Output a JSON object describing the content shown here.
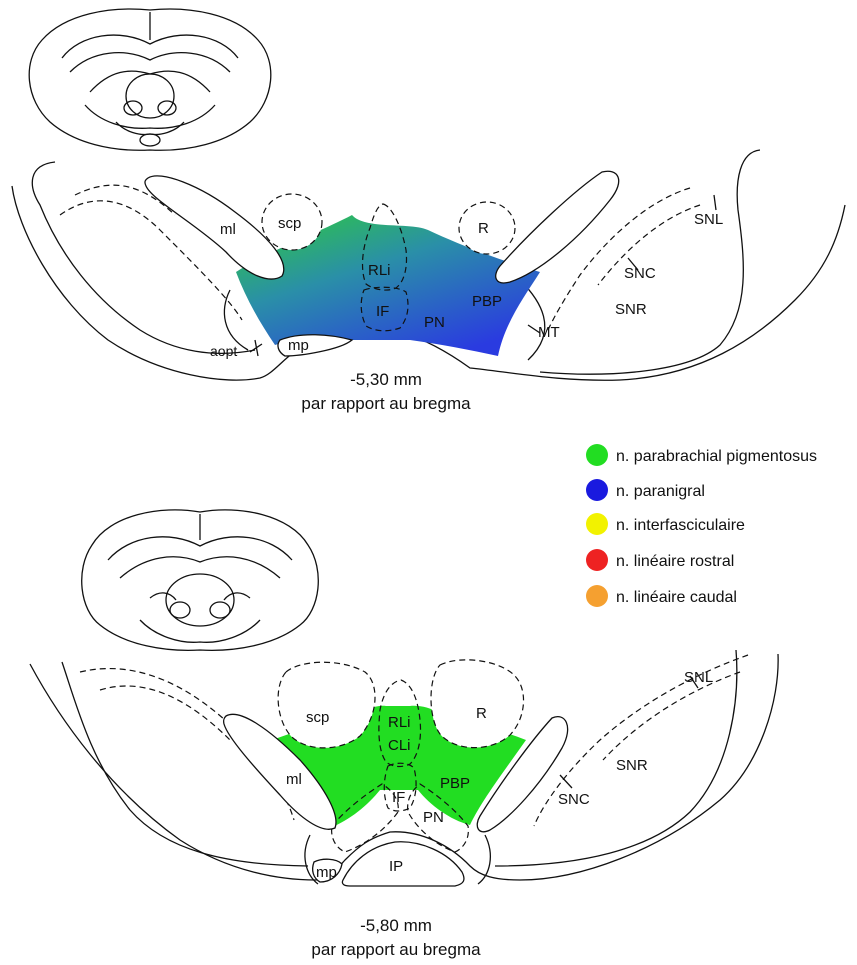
{
  "sections": [
    {
      "caption_line1": "-5,30 mm",
      "caption_line2": "par rapport au bregma",
      "labels": {
        "ml": "ml",
        "scp": "scp",
        "R": "R",
        "SNL": "SNL",
        "RLi": "RLi",
        "SNC": "SNC",
        "IF": "IF",
        "PBP": "PBP",
        "PN": "PN",
        "SNR": "SNR",
        "MT": "MT",
        "aopt": "aopt",
        "mp": "mp"
      }
    },
    {
      "caption_line1": "-5,80 mm",
      "caption_line2": "par rapport au bregma",
      "labels": {
        "scp": "scp",
        "RLi": "RLi",
        "CLi": "CLi",
        "R": "R",
        "SNL": "SNL",
        "SNR": "SNR",
        "ml": "ml",
        "IF": "IF",
        "PBP": "PBP",
        "PN": "PN",
        "SNC": "SNC",
        "mp": "mp",
        "IP": "IP"
      }
    }
  ],
  "legend": [
    {
      "label": "n. parabrachial pigmentosus",
      "color": "#22dd22"
    },
    {
      "label": "n. paranigral",
      "color": "#1a1adf"
    },
    {
      "label": "n. interfasciculaire",
      "color": "#f2f200"
    },
    {
      "label": "n. linéaire rostral",
      "color": "#ee2222"
    },
    {
      "label": "n. linéaire caudal",
      "color": "#f5a030"
    }
  ]
}
